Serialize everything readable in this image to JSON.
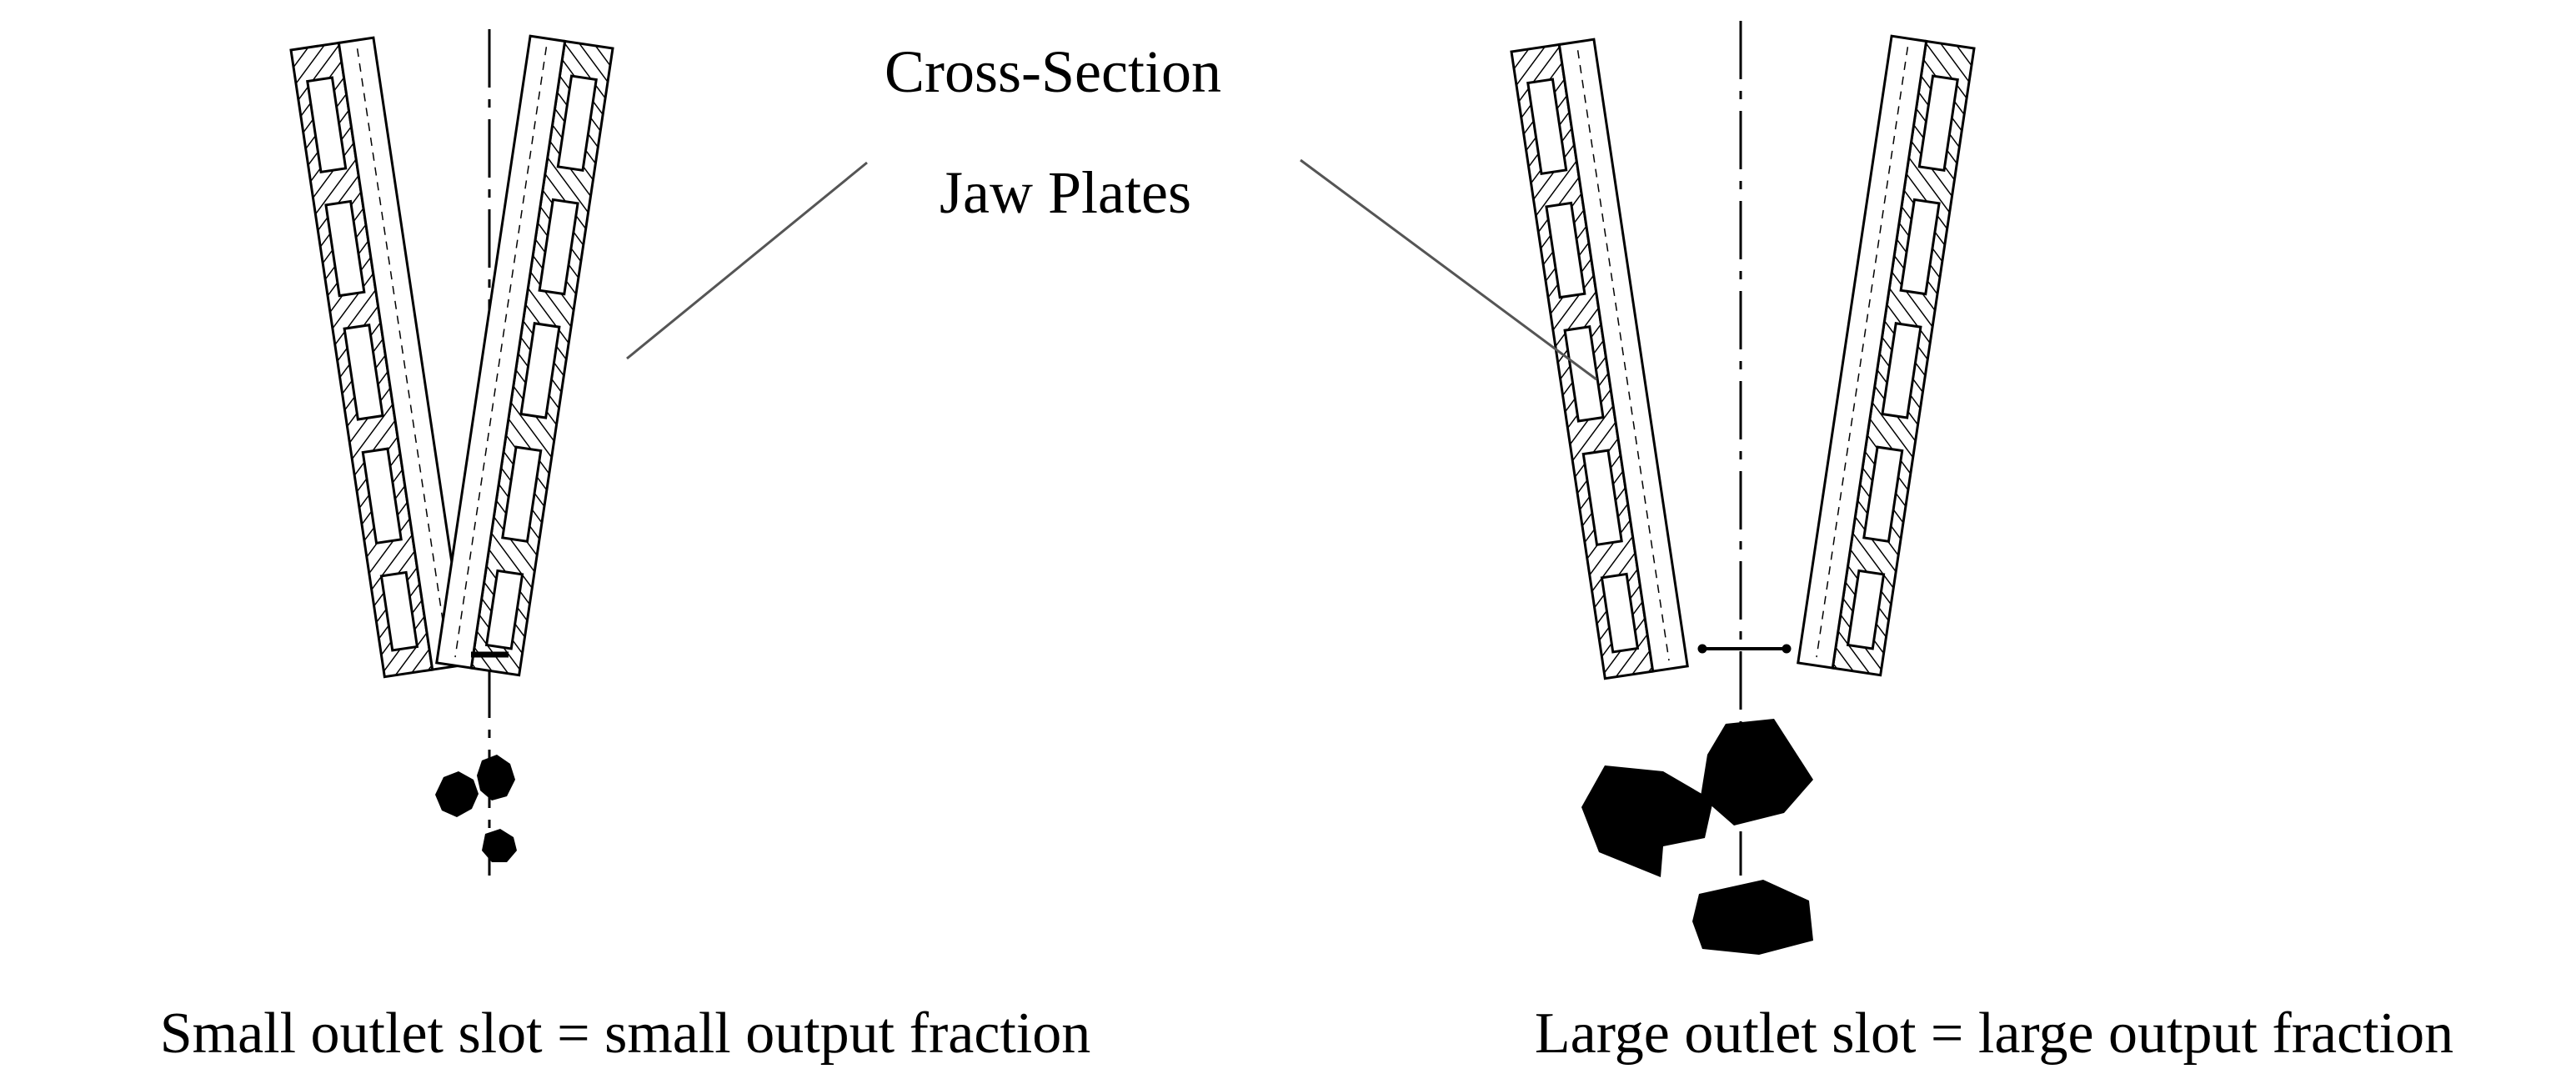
{
  "labels": {
    "callout_line1": "Cross-Section",
    "callout_line2": "Jaw Plates",
    "caption_left": "Small outlet slot = small output fraction",
    "caption_right": "Large outlet slot = large output fraction"
  },
  "colors": {
    "ink": "#000000",
    "background": "#ffffff"
  }
}
